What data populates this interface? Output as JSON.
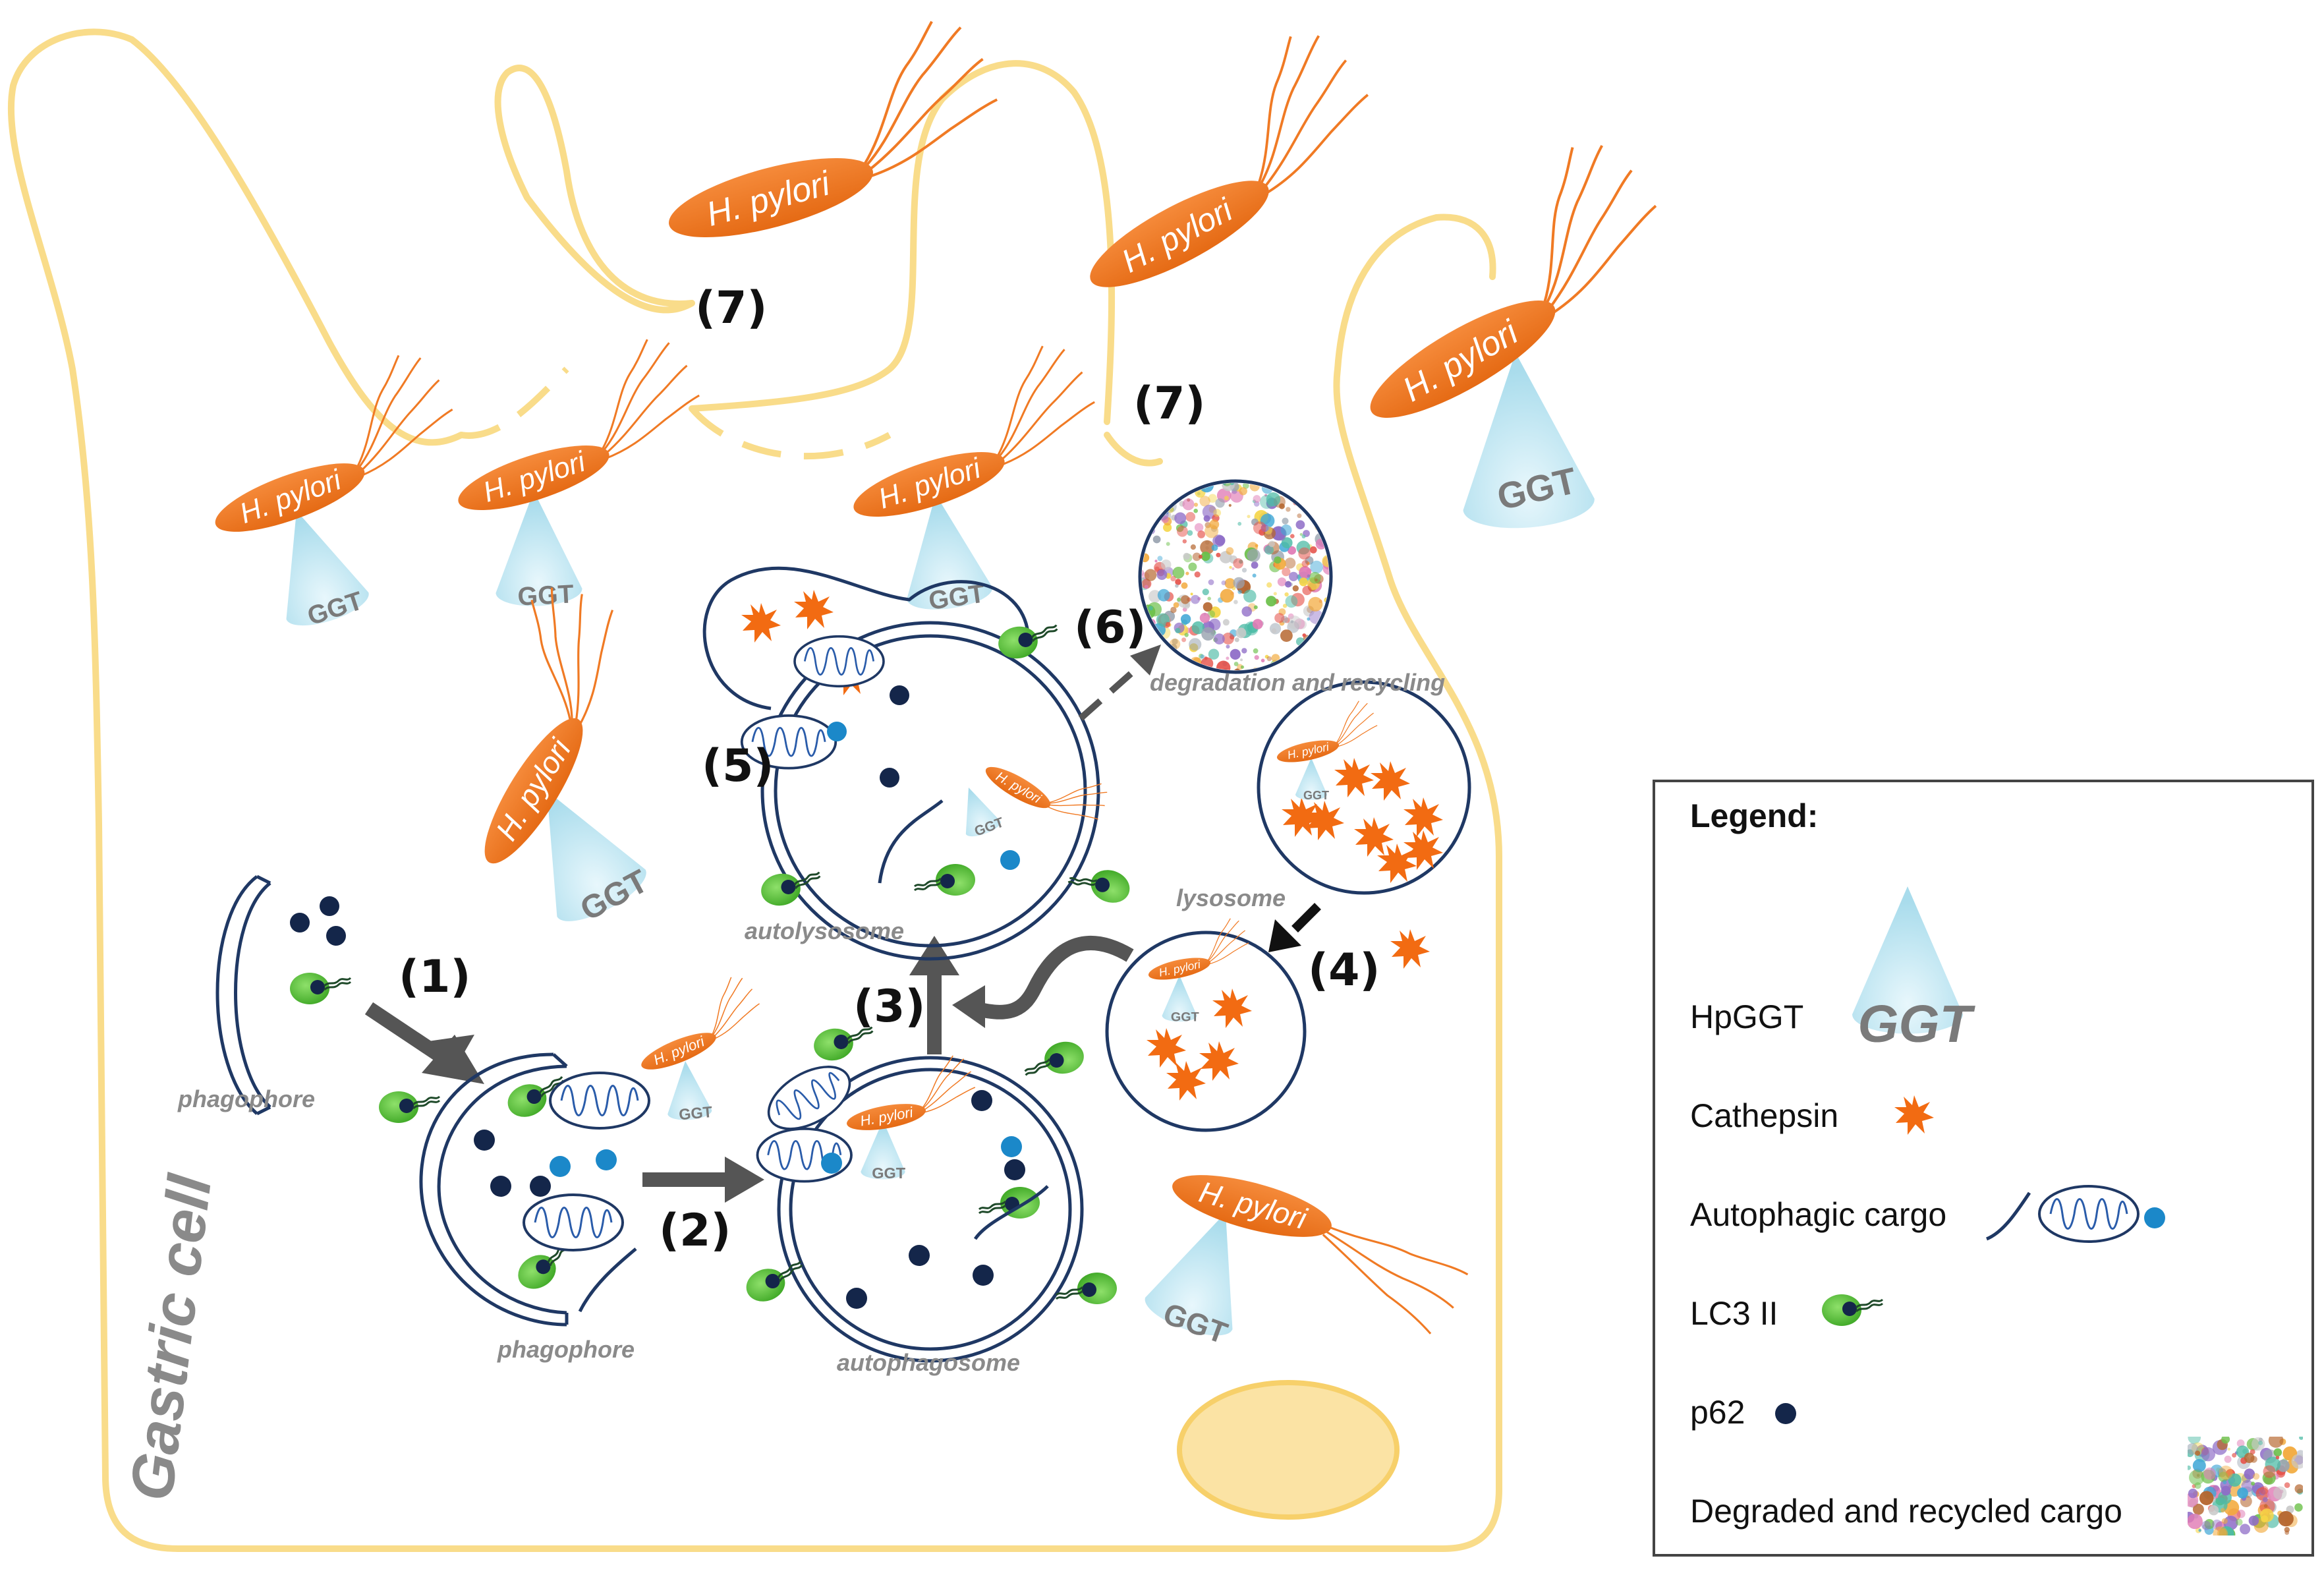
{
  "cell_label": "Gastric cell",
  "bacterium_label": "H. pylori",
  "ggt_label": "GGT",
  "structures": {
    "phagophore": "phagophore",
    "autophagosome": "autophagosome",
    "autolysosome": "autolysosome",
    "lysosome": "lysosome",
    "degradation": "degradation and recycling"
  },
  "steps": {
    "s1": "(1)",
    "s2": "(2)",
    "s3": "(3)",
    "s4": "(4)",
    "s5": "(5)",
    "s6": "(6)",
    "s7": "(7)"
  },
  "legend": {
    "title": "Legend:",
    "items": {
      "hpggt": "HpGGT",
      "cathepsin": "Cathepsin",
      "cargo": "Autophagic cargo",
      "lc3": "LC3 II",
      "p62": "p62",
      "degraded": "Degraded and recycled cargo"
    }
  },
  "colors": {
    "membrane": "#f9dc8a",
    "nucleus": "#fbe3a4",
    "bacterium": "#f07a24",
    "flagella": "#f07a24",
    "ggt": "#bfe6f2",
    "vesicle": "#1f3864",
    "lc3": "#5dc23c",
    "p62": "#14264a",
    "cargo_dot": "#1b88c9",
    "arrow": "#555555",
    "cathepsin": "#f26b12"
  }
}
